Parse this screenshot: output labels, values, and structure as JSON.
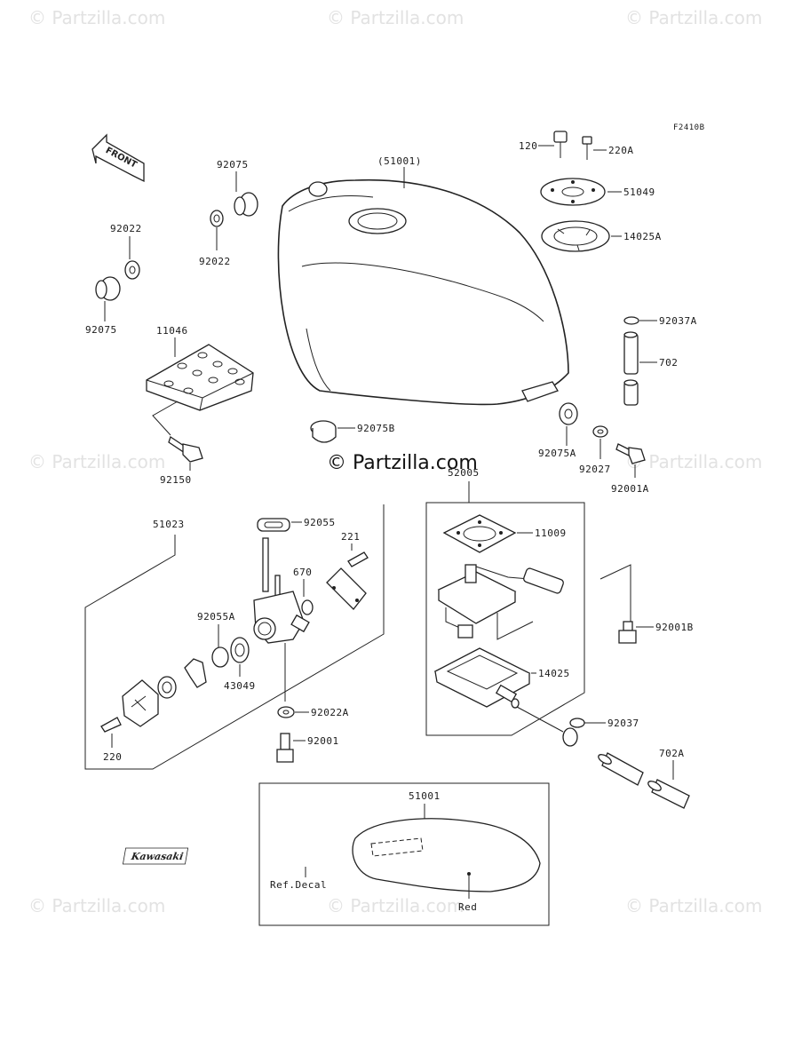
{
  "watermark": "© Partzilla.com",
  "center_watermark": "© Partzilla.com",
  "diagram_code": "F2410B",
  "front_label": "FRONT",
  "logo_text": "Kawasaki",
  "labels": {
    "p51001_top": "(51001)",
    "p92075_a": "92075",
    "p92022_a": "92022",
    "p92022_b": "92022",
    "p92075_b": "92075",
    "p11046": "11046",
    "p92150": "92150",
    "p120": "120",
    "p220A": "220A",
    "p51049": "51049",
    "p14025A": "14025A",
    "p92037A": "92037A",
    "p702": "702",
    "p92075B": "92075B",
    "p92075A": "92075A",
    "p92027": "92027",
    "p92001A": "92001A",
    "p52005": "52005",
    "p51023": "51023",
    "p92055": "92055",
    "p221": "221",
    "p670": "670",
    "p92055A": "92055A",
    "p43049": "43049",
    "p220": "220",
    "p92022A": "92022A",
    "p92001": "92001",
    "p11009": "11009",
    "p92001B": "92001B",
    "p14025": "14025",
    "p92037": "92037",
    "p702A": "702A",
    "p51001_bottom": "51001",
    "ref_decal": "Ref.Decal",
    "red": "Red"
  }
}
